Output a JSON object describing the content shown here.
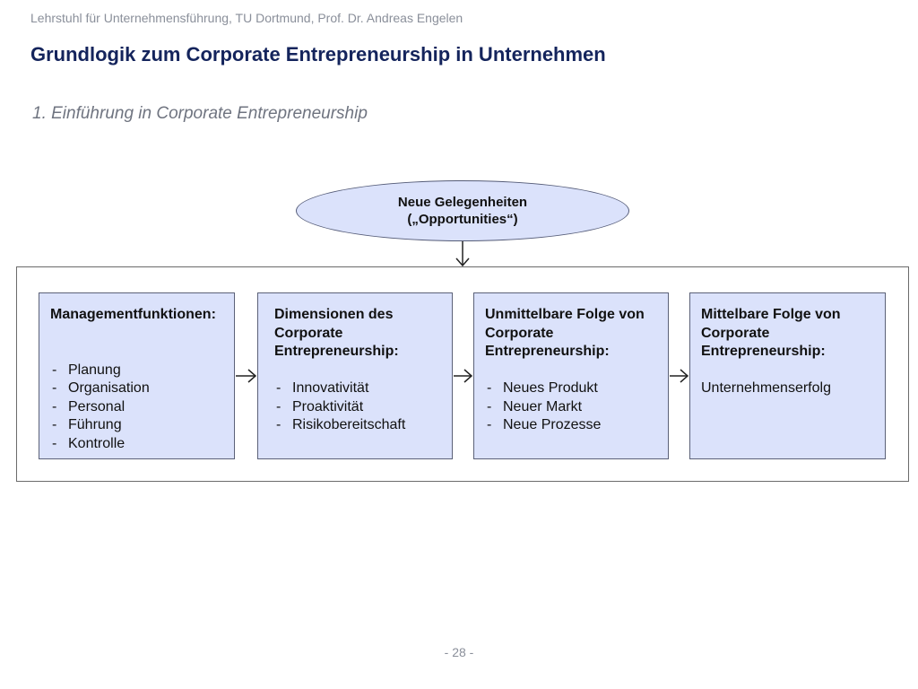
{
  "header": {
    "institution": "Lehrstuhl für Unternehmensführung, TU Dortmund,  Prof. Dr. Andreas Engelen"
  },
  "title": "Grundlogik zum Corporate Entrepreneurship in Unternehmen",
  "subtitle": "1. Einführung in Corporate Entrepreneurship",
  "diagram": {
    "ellipse": {
      "line1": "Neue Gelegenheiten",
      "line2": "(„Opportunities“)"
    },
    "boxes": [
      {
        "heading": [
          "Managementfunktionen:"
        ],
        "items": [
          "Planung",
          "Organisation",
          "Personal",
          "Führung",
          "Kontrolle"
        ]
      },
      {
        "heading": [
          "Dimensionen des",
          "Corporate",
          "Entrepreneurship:"
        ],
        "items": [
          "Innovativität",
          "Proaktivität",
          "Risikobereitschaft"
        ]
      },
      {
        "heading": [
          "Unmittelbare Folge von",
          "Corporate",
          "Entrepreneurship:"
        ],
        "items": [
          "Neues Produkt",
          "Neuer Markt",
          "Neue Prozesse"
        ]
      },
      {
        "heading": [
          "Mittelbare Folge von",
          "Corporate",
          "Entrepreneurship:"
        ],
        "result": "Unternehmenserfolg"
      }
    ],
    "colors": {
      "box_fill": "#dbe2fb",
      "title": "#14245c"
    }
  },
  "footer": {
    "page_number": "- 28 -"
  }
}
